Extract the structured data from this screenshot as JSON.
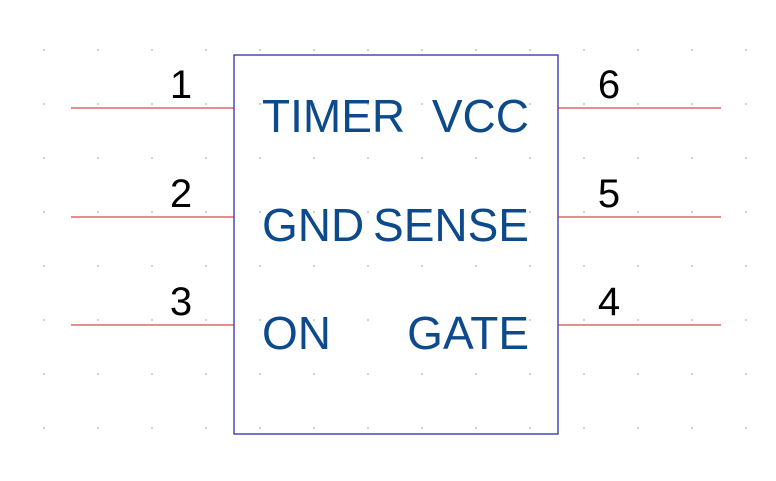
{
  "colors": {
    "body_outline": "#1a1aa8",
    "pin_line": "#c81e1e",
    "label_text": "#0d4a8c",
    "pin_number": "#000000"
  },
  "pins": [
    {
      "number": "1",
      "label": "TIMER",
      "side": "left"
    },
    {
      "number": "2",
      "label": "GND",
      "side": "left"
    },
    {
      "number": "3",
      "label": "ON",
      "side": "left"
    },
    {
      "number": "6",
      "label": "VCC",
      "side": "right"
    },
    {
      "number": "5",
      "label": "SENSE",
      "side": "right"
    },
    {
      "number": "4",
      "label": "GATE",
      "side": "right"
    }
  ]
}
